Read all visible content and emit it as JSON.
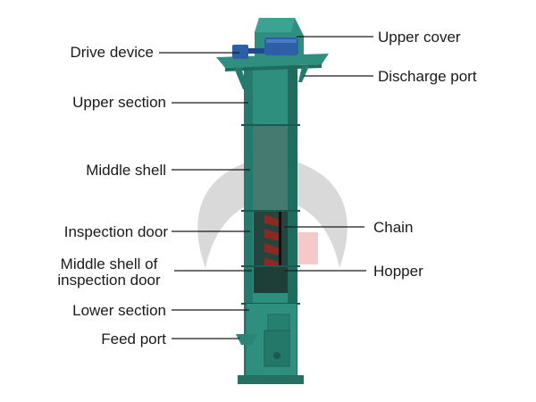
{
  "labels": {
    "drive_device": "Drive device",
    "upper_section": "Upper section",
    "middle_shell": "Middle shell",
    "inspection_door": "Inspection door",
    "middle_shell_inspection_line1": "Middle shell of",
    "middle_shell_inspection_line2": "inspection door",
    "lower_section": "Lower section",
    "feed_port": "Feed port",
    "upper_cover": "Upper cover",
    "discharge_port": "Discharge port",
    "chain": "Chain",
    "hopper": "Hopper"
  },
  "colors": {
    "machine_body": "#2e8f7f",
    "machine_dark": "#1f6c5f",
    "motor": "#2d5fa8",
    "watermark": "#d9d9d9",
    "accent": "#f5c9c9"
  }
}
